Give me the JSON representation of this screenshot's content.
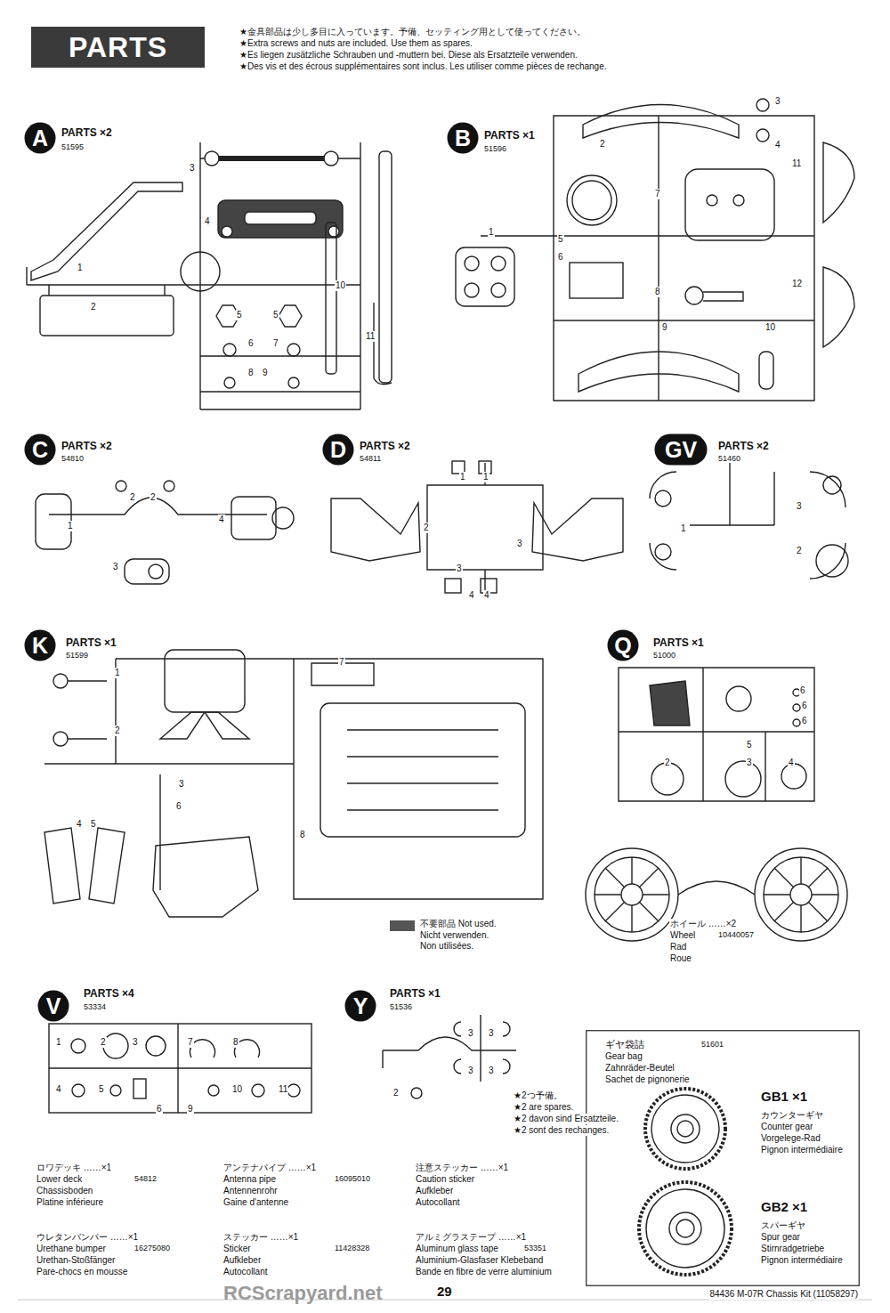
{
  "diagram": {
    "title": "PARTS",
    "nodes": [
      {
        "text": [
          "A"
        ]
      },
      {
        "text": [
          "B"
        ]
      },
      {
        "text": [
          "C"
        ]
      },
      {
        "text": [
          "D"
        ]
      },
      {
        "text": [
          "GV"
        ]
      },
      {
        "text": [
          "K"
        ]
      },
      {
        "text": [
          "Q"
        ]
      },
      {
        "text": [
          "V"
        ]
      },
      {
        "text": [
          "Y"
        ]
      },
      {
        "text": [
          "ギヤ袋詰",
          "51601",
          "Gear bag",
          "Zahnräder-Beutel",
          "Sachet de pignonerie",
          "GB1 ×1",
          "カウンターギヤ",
          "Counter gear",
          "Vorgelege-Rad",
          "Pignon intermédiaire",
          "GB2 ×1",
          "スパーギヤ",
          "Spur gear",
          "Stirnradgetriebe",
          "Pignon intermédiaire"
        ]
      }
    ],
    "labels": [
      "★金具部品は少し多目に入っています。予備、セッティング用として使ってください。",
      "★Extra screws and nuts are included. Use them as spares.",
      "★Es liegen zusätzliche Schrauben und -muttern bei. Diese als Ersatzteile verwenden.",
      "★Des vis et des écrous supplémentaires sont inclus. Les utiliser comme pièces de rechange.",
      "PARTS ×2",
      "51595",
      "3",
      "4",
      "1",
      "2",
      "5",
      "5",
      "6",
      "7",
      "8",
      "9",
      "10",
      "11",
      "PARTS ×1",
      "51596",
      "3",
      "4",
      "2",
      "11",
      "7",
      "1",
      "5",
      "6",
      "8",
      "12",
      "9",
      "10",
      "PARTS ×2",
      "54810",
      "2",
      "2",
      "1",
      "4",
      "3",
      "PARTS ×2",
      "54811",
      "1",
      "1",
      "2",
      "3",
      "3",
      "4",
      "4",
      "PARTS ×2",
      "51460",
      "1",
      "3",
      "2",
      "PARTS ×1",
      "51599",
      "1",
      "2",
      "3",
      "4",
      "5",
      "6",
      "7",
      "8",
      "PARTS ×1",
      "51000",
      "6",
      "6",
      "6",
      "5",
      "2",
      "3",
      "4",
      "ホイール ……×2",
      "Wheel",
      "10440057",
      "Rad",
      "Roue",
      "PARTS ×4",
      "53334",
      "1",
      "2",
      "3",
      "7",
      "8",
      "4",
      "5",
      "6",
      "9",
      "10",
      "11",
      "PARTS ×1",
      "51536",
      "3",
      "3",
      "3",
      "3",
      "2",
      "★2つ予備。",
      "★2 are spares.",
      "★2 davon sind Ersatzteile.",
      "★2 sont des rechanges.",
      "ロワデッキ ……×1",
      "Lower deck",
      "54812",
      "Chassisboden",
      "Platine inférieure",
      "アンテナパイプ ……×1",
      "Antenna pipe",
      "16095010",
      "Antennenrohr",
      "Gaine d'antenne",
      "注意ステッカー ……×1",
      "Caution sticker",
      "Aufkleber",
      "Autocollant",
      "ウレタンバンパー ……×1",
      "Urethane bumper",
      "16275080",
      "Urethan-Stoßfänger",
      "Pare-chocs en mousse",
      "ステッカー ……×1",
      "Sticker",
      "11428328",
      "Aufkleber",
      "Autocollant",
      "アルミグラステープ ……×1",
      "Aluminum glass tape",
      "53351",
      "Aluminium-Glasfaser Klebeband",
      "Bande en fibre de verre aluminium",
      "29",
      "84436 M-07R Chassis Kit (11058297)",
      "RCScrapyard.net"
    ],
    "legend": [
      {
        "text": "不要部品 Not used. Nicht verwenden. Non utilisées.",
        "color": "#555555"
      }
    ]
  }
}
